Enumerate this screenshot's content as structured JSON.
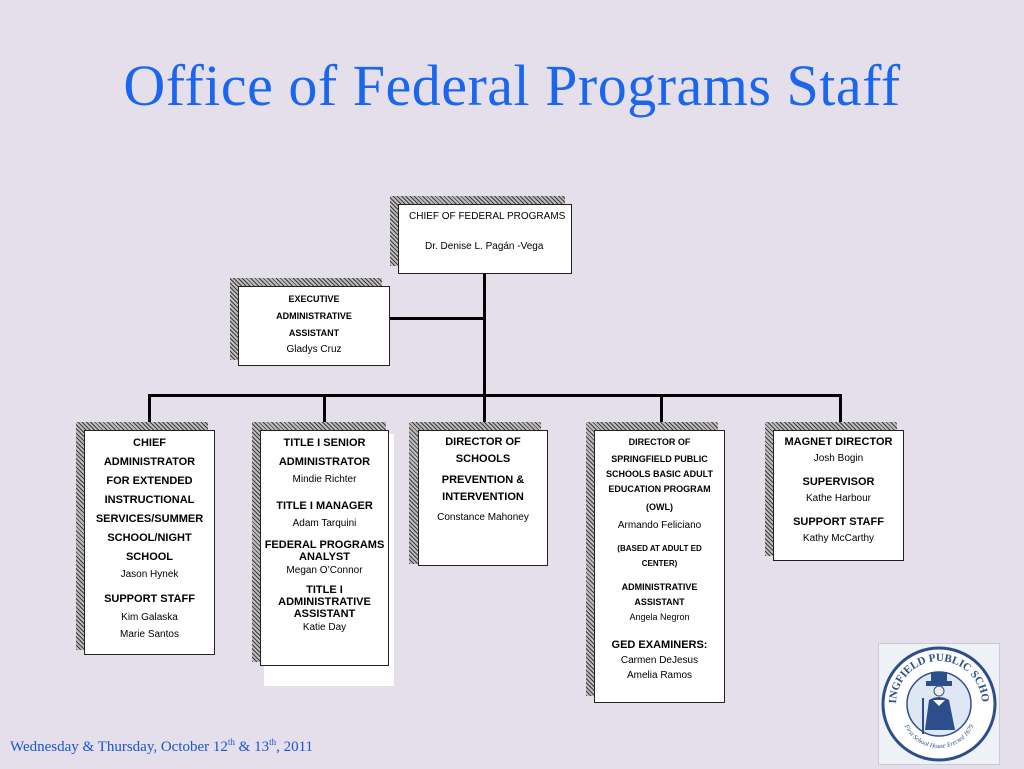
{
  "title": "Office of Federal Programs Staff",
  "chief": {
    "role": "CHIEF OF FEDERAL PROGRAMS",
    "name": "Dr. Denise L. Pagán  -Vega"
  },
  "exec": {
    "role_lines": [
      "EXECUTIVE",
      "ADMINISTRATIVE",
      "ASSISTANT"
    ],
    "name": "Gladys Cruz"
  },
  "box1": {
    "role_lines": [
      "CHIEF",
      "ADMINISTRATOR",
      "FOR EXTENDED",
      "INSTRUCTIONAL",
      "SERVICES/SUMMER",
      "SCHOOL/NIGHT",
      "SCHOOL"
    ],
    "name": "Jason Hynek",
    "support_role": "SUPPORT STAFF",
    "support_names": [
      "Kim Galaska",
      "Marie Santos"
    ]
  },
  "box2": {
    "role1_lines": [
      "TITLE I SENIOR",
      "ADMINISTRATOR"
    ],
    "name1": "Mindie Richter",
    "role2": "TITLE I MANAGER",
    "name2": "Adam Tarquini",
    "role3_lines": [
      "FEDERAL PROGRAMS",
      "ANALYST"
    ],
    "name3": "Megan O’Connor",
    "role4_lines": [
      "TITLE I",
      "ADMINISTRATIVE",
      "ASSISTANT"
    ],
    "name4": "Katie Day"
  },
  "box3": {
    "role_lines": [
      "DIRECTOR OF",
      "SCHOOLS",
      "PREVENTION &",
      "INTERVENTION"
    ],
    "name": "Constance Mahoney"
  },
  "box4": {
    "role_lines": [
      "DIRECTOR OF",
      "SPRINGFIELD PUBLIC",
      "SCHOOLS  BASIC ADULT",
      "EDUCATION PROGRAM"
    ],
    "owl": "(OWL)",
    "name": "Armando Feliciano",
    "based_lines": [
      "(BASED AT ADULT ED",
      "CENTER)"
    ],
    "asst_lines": [
      "ADMINISTRATIVE",
      "ASSISTANT"
    ],
    "asst_name": "Angela Negron",
    "ged_role": "GED EXAMINERS:",
    "ged_names": [
      "Carmen DeJesus",
      "Amelia Ramos"
    ]
  },
  "box5": {
    "role1": "MAGNET DIRECTOR",
    "name1": "Josh Bogin",
    "role2": "SUPERVISOR",
    "name2": "Kathe Harbour",
    "role3": "SUPPORT STAFF",
    "name3": "Kathy  McCarthy"
  },
  "footer": {
    "prefix": "Wednesday & Thursday, October 12",
    "sup1": "th",
    "mid": " & 13",
    "sup2": "th",
    "suffix": ", 2011"
  },
  "logo": {
    "text": "SPRINGFIELD PUBLIC SCHOOLS",
    "subtext": "First School House Erected 1679"
  },
  "colors": {
    "background": "#e5dfec",
    "title": "#1a66ee",
    "footer": "#1a55cc"
  }
}
